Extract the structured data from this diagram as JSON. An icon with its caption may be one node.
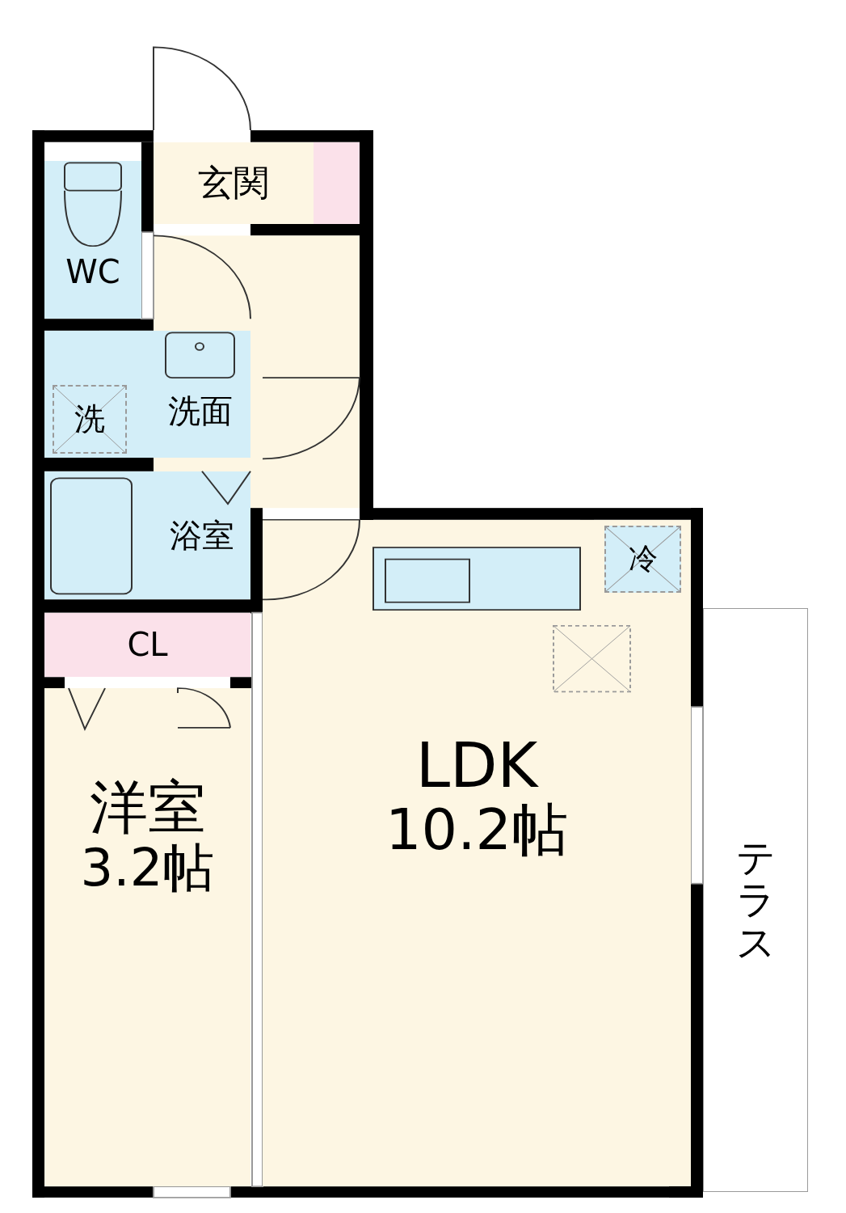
{
  "diagram": {
    "nodes": [
      {
        "text": [
          "玄関"
        ]
      },
      {
        "text": [
          "WC"
        ]
      },
      {
        "text": [
          "洗面"
        ]
      },
      {
        "text": [
          "洗"
        ],
        "in": 2
      },
      {
        "text": [
          "浴室"
        ]
      },
      {
        "text": [
          "CL"
        ]
      },
      {
        "text": [
          "洋室",
          "3.2帖"
        ]
      },
      {
        "text": [
          "LDK",
          "10.2帖"
        ]
      },
      {
        "text": [
          "冷"
        ],
        "in": 7
      },
      {
        "text": [
          "テラス"
        ]
      },
      {
        "text": [],
        "shape": "box"
      }
    ]
  }
}
